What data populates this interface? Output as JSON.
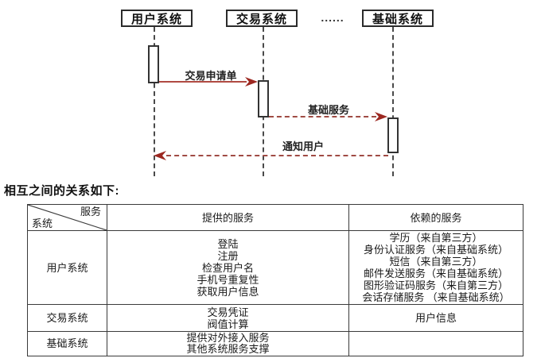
{
  "diagram": {
    "actors": [
      {
        "label": "用户系统"
      },
      {
        "label": "交易系统"
      },
      {
        "label": "基础系统"
      }
    ],
    "ellipsis": "......",
    "messages": [
      {
        "label": "交易申请单",
        "style": "solid",
        "from": "用户系统",
        "to": "交易系统"
      },
      {
        "label": "基础服务",
        "style": "dashed",
        "from": "交易系统",
        "to": "基础系统"
      },
      {
        "label": "通知用户",
        "style": "dashed",
        "from": "基础系统",
        "to": "用户系统"
      }
    ],
    "colors": {
      "arrow_line": "#b04a42",
      "arrow_head": "#9c2720",
      "lifeline": "#4a4a4a",
      "box_border": "#2b2b2b"
    }
  },
  "caption": "相互之间的关系如下:",
  "table": {
    "header": {
      "corner_top": "服务",
      "corner_bottom": "系统",
      "provided": "提供的服务",
      "depends": "依赖的服务"
    },
    "rows": [
      {
        "system": "用户系统",
        "provided": [
          "登陆",
          "注册",
          "检查用户名",
          "手机号重复性",
          "获取用户信息"
        ],
        "depends": [
          "学历（来自第三方）",
          "身份认证服务（来自基础系统）",
          "短信（来自第三方）",
          "邮件发送服务（来自基础系统）",
          "图形验证码服务（来自第三方）",
          "会话存储服务 （来自基础系统）"
        ]
      },
      {
        "system": "交易系统",
        "provided": [
          "交易凭证",
          "阀值计算"
        ],
        "depends": [
          "用户信息"
        ]
      },
      {
        "system": "基础系统",
        "provided": [
          "提供对外接入服务",
          "其他系统服务支撑"
        ],
        "depends": []
      }
    ]
  }
}
